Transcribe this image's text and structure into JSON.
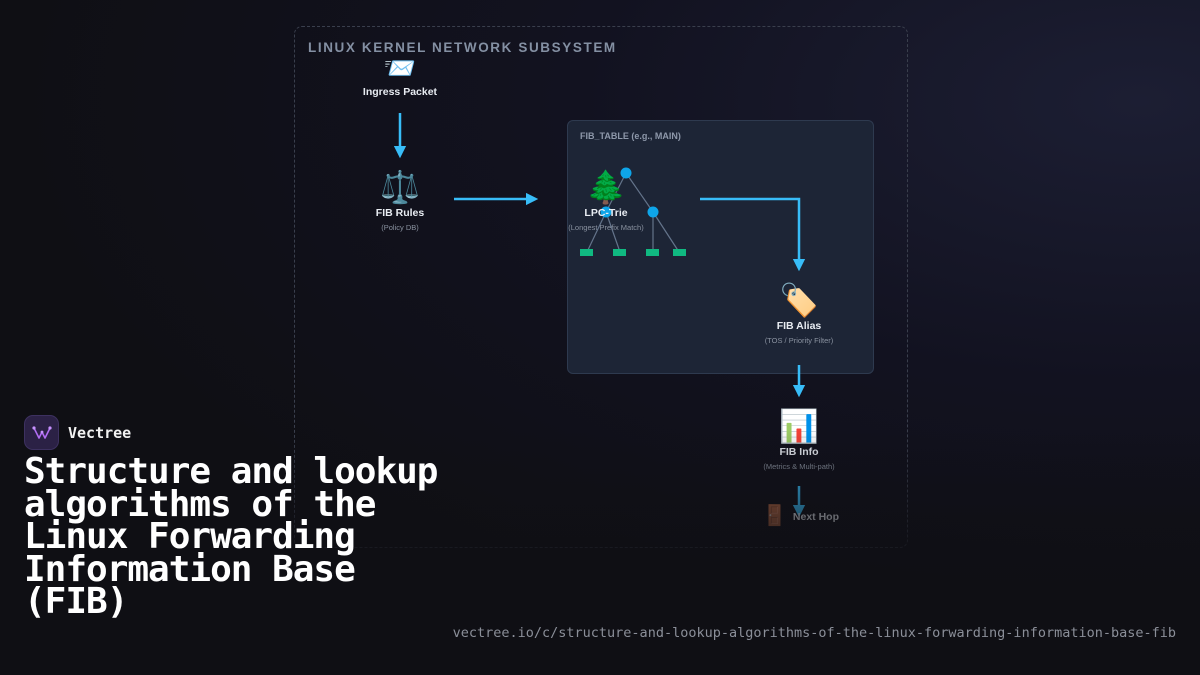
{
  "diagram": {
    "subsystem_title": "LINUX KERNEL NETWORK SUBSYSTEM",
    "fib_table_title": "FIB_TABLE (e.g., MAIN)",
    "nodes": {
      "ingress": {
        "icon": "📨",
        "label": "Ingress Packet",
        "sub": ""
      },
      "rules": {
        "icon": "⚖️",
        "label": "FIB Rules",
        "sub": "(Policy DB)"
      },
      "trie": {
        "icon": "🌲",
        "label": "LPC-Trie",
        "sub": "(Longest Prefix Match)"
      },
      "alias": {
        "icon": "🏷️",
        "label": "FIB Alias",
        "sub": "(TOS / Priority Filter)"
      },
      "info": {
        "icon": "📊",
        "label": "FIB Info",
        "sub": "(Metrics & Multi-path)"
      },
      "nexthop": {
        "icon": "🚪",
        "label": "Next Hop",
        "sub": ""
      }
    },
    "colors": {
      "arrow": "#38bdf8",
      "trie_node": "#0ea5e9",
      "trie_leaf": "#10b981",
      "trie_edge": "#64748b"
    }
  },
  "brand": {
    "name": "Vectree",
    "logo_icon": "vectree-logo-icon"
  },
  "title": "Structure and lookup algorithms of the Linux Forwarding Information Base (FIB)",
  "url": "vectree.io/c/structure-and-lookup-algorithms-of-the-linux-forwarding-information-base-fib"
}
